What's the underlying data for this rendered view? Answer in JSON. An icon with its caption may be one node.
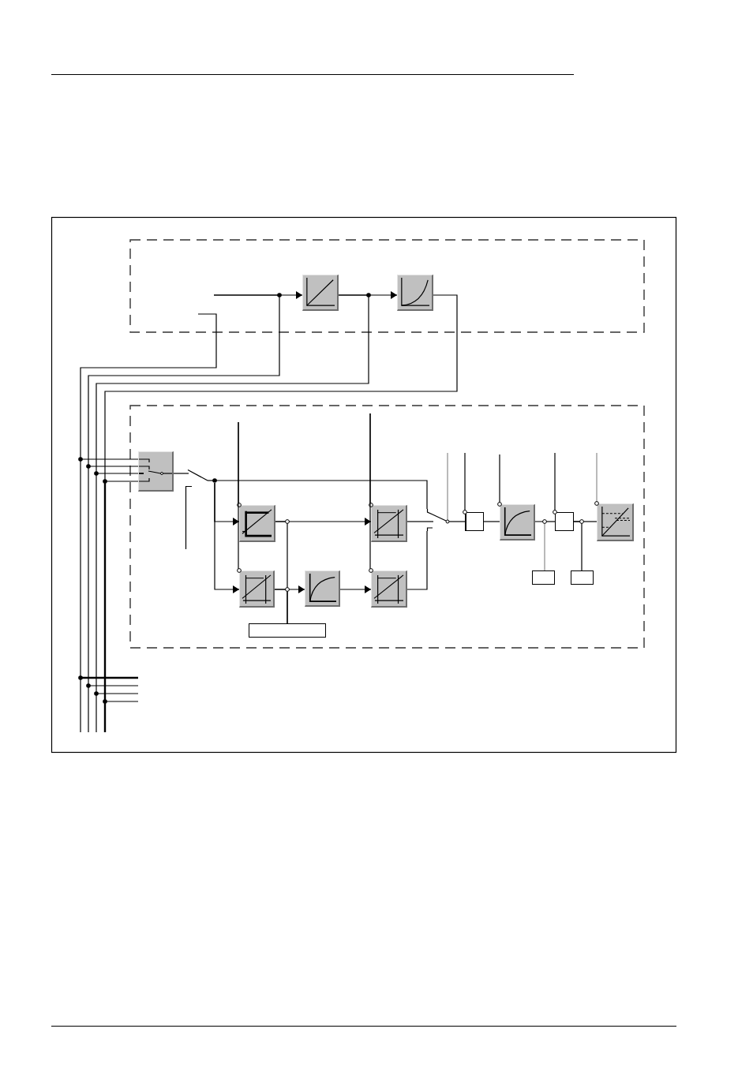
{
  "diagram": {
    "nodes": [
      {
        "text": [],
        "shape": "box"
      },
      {
        "text": [],
        "shape": "box",
        "in": 0
      },
      {
        "text": [],
        "shape": "box",
        "in": 0
      },
      {
        "text": [],
        "shape": "box"
      },
      {
        "text": [],
        "shape": "box",
        "in": 3
      },
      {
        "text": [],
        "shape": "switch",
        "in": 3
      },
      {
        "text": [],
        "shape": "box",
        "in": 3
      },
      {
        "text": [],
        "shape": "box",
        "in": 3
      },
      {
        "text": [],
        "shape": "switch",
        "in": 3
      },
      {
        "text": [],
        "shape": "box",
        "in": 3
      },
      {
        "text": [],
        "shape": "box",
        "in": 3
      },
      {
        "text": [],
        "shape": "box",
        "in": 3
      },
      {
        "text": [],
        "shape": "box",
        "in": 3
      },
      {
        "text": [],
        "shape": "box",
        "in": 3
      },
      {
        "text": [],
        "shape": "box",
        "in": 3
      },
      {
        "text": [],
        "shape": "box",
        "in": 3
      },
      {
        "text": [],
        "shape": "box",
        "in": 3
      },
      {
        "text": [],
        "shape": "box",
        "in": 3
      },
      {
        "text": [],
        "shape": "box",
        "in": 3
      }
    ],
    "edges": [
      {
        "from": null,
        "to": 1,
        "arrow": "to"
      },
      {
        "from": 1,
        "to": 2,
        "arrow": "to"
      },
      {
        "from": null,
        "to": 4,
        "arrow": "none"
      },
      {
        "from": null,
        "to": 4,
        "arrow": "none"
      },
      {
        "from": 1,
        "to": 4,
        "arrow": "none"
      },
      {
        "from": 2,
        "to": 4,
        "arrow": "none"
      },
      {
        "from": 4,
        "to": 5,
        "arrow": "none"
      },
      {
        "from": 5,
        "to": 6,
        "arrow": "to"
      },
      {
        "from": 5,
        "to": 13,
        "arrow": "to"
      },
      {
        "from": 5,
        "to": 8,
        "arrow": "none"
      },
      {
        "from": null,
        "to": 6,
        "arrow": "other"
      },
      {
        "from": null,
        "to": 13,
        "arrow": "other"
      },
      {
        "from": 6,
        "to": 7,
        "arrow": "to"
      },
      {
        "from": 6,
        "to": 18,
        "arrow": "none"
      },
      {
        "from": 13,
        "to": 18,
        "arrow": "none"
      },
      {
        "from": 13,
        "to": 14,
        "arrow": "to"
      },
      {
        "from": 14,
        "to": 15,
        "arrow": "to"
      },
      {
        "from": null,
        "to": 7,
        "arrow": "other"
      },
      {
        "from": null,
        "to": 15,
        "arrow": "other"
      },
      {
        "from": 7,
        "to": 8,
        "arrow": "none"
      },
      {
        "from": 15,
        "to": 8,
        "arrow": "none"
      },
      {
        "from": null,
        "to": 8,
        "arrow": "none",
        "color": "#8c8c8c"
      },
      {
        "from": 8,
        "to": 9,
        "arrow": "none"
      },
      {
        "from": null,
        "to": 9,
        "arrow": "other"
      },
      {
        "from": 9,
        "to": 10,
        "arrow": "none"
      },
      {
        "from": null,
        "to": 10,
        "arrow": "other"
      },
      {
        "from": 10,
        "to": 11,
        "arrow": "none"
      },
      {
        "from": 10,
        "to": 16,
        "arrow": "none",
        "color": "#8c8c8c"
      },
      {
        "from": null,
        "to": 11,
        "arrow": "other"
      },
      {
        "from": 11,
        "to": 12,
        "arrow": "none"
      },
      {
        "from": 11,
        "to": 17,
        "arrow": "none"
      },
      {
        "from": null,
        "to": 12,
        "arrow": "other",
        "color": "#8c8c8c"
      }
    ]
  }
}
